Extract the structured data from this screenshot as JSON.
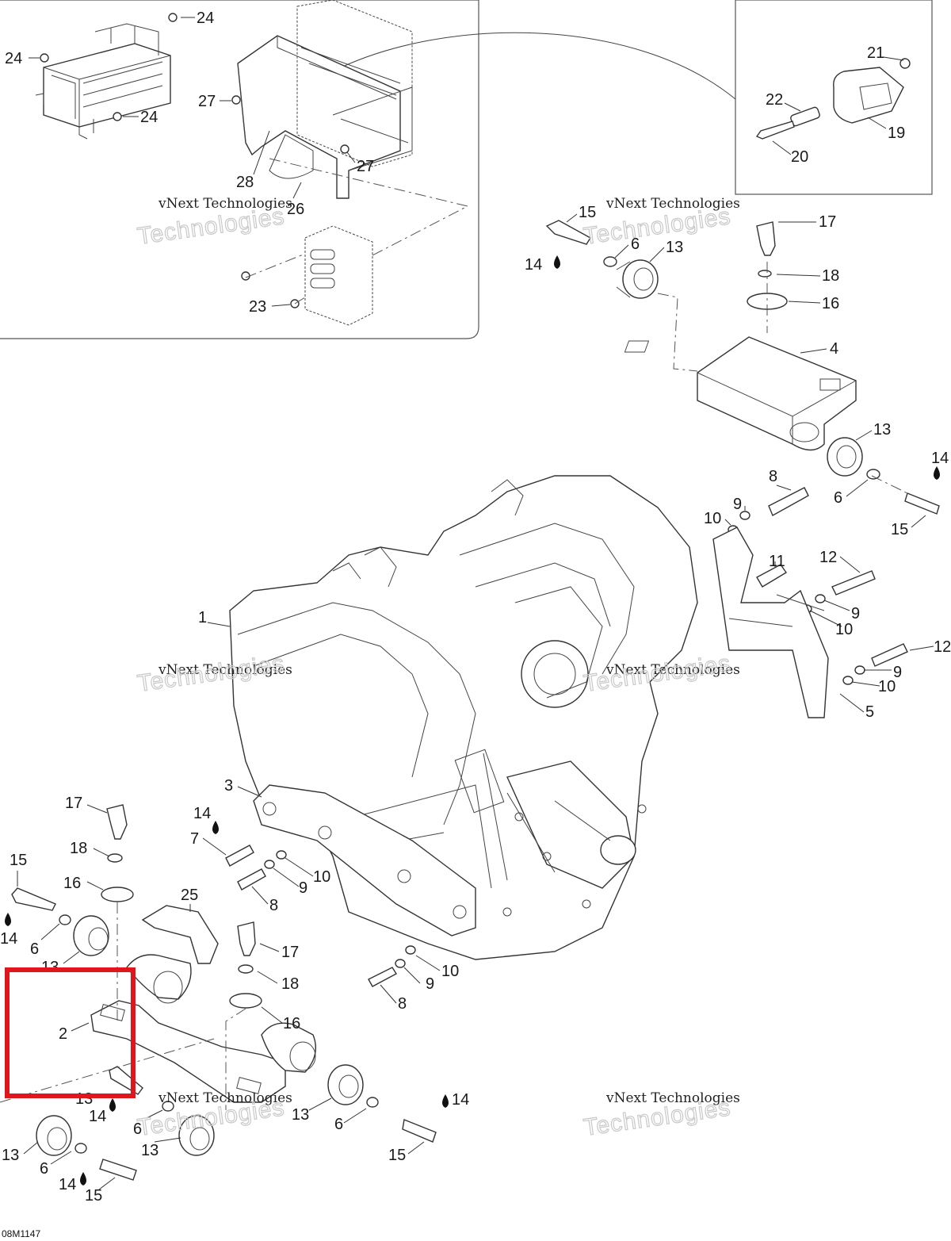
{
  "diagram_code": "08M1147",
  "watermark": {
    "line1": "vNext Technologies",
    "line2": "Technologies",
    "prefix": "vNext"
  },
  "highlight_color": "#e0161d",
  "callouts": {
    "c24a": "24",
    "c24b": "24",
    "c24c": "24",
    "c27a": "27",
    "c27b": "27",
    "c28": "28",
    "c26": "26",
    "c23": "23",
    "c21": "21",
    "c22": "22",
    "c19": "19",
    "c20": "20",
    "c15a": "15",
    "c14a": "14",
    "c6a": "6",
    "c13a": "13",
    "c17a": "17",
    "c18a": "18",
    "c16a": "16",
    "c4": "4",
    "c13b": "13",
    "c14b": "14",
    "c6b": "6",
    "c15b": "15",
    "c8a": "8",
    "c9a": "9",
    "c10a": "10",
    "c11": "11",
    "c12a": "12",
    "c9b": "9",
    "c10b": "10",
    "c12b": "12",
    "c9c": "9",
    "c10c": "10",
    "c5": "5",
    "c1": "1",
    "c3": "3",
    "c14c": "14",
    "c7": "7",
    "c10d": "10",
    "c9d": "9",
    "c8b": "8",
    "c17b": "17",
    "c18b": "18",
    "c15c": "15",
    "c16b": "16",
    "c14d": "14",
    "c6c": "6",
    "c13c": "13",
    "c25": "25",
    "c17c": "17",
    "c18c": "18",
    "c16c": "16",
    "c10e": "10",
    "c9e": "9",
    "c8c": "8",
    "c2": "2",
    "c13d": "13",
    "c14e": "14",
    "c6d": "6",
    "c13e": "13",
    "c14f": "14",
    "c13f": "13",
    "c6e": "6",
    "c15d": "15",
    "c13g": "13",
    "c6f": "6",
    "c14g": "14",
    "c15e": "15"
  }
}
